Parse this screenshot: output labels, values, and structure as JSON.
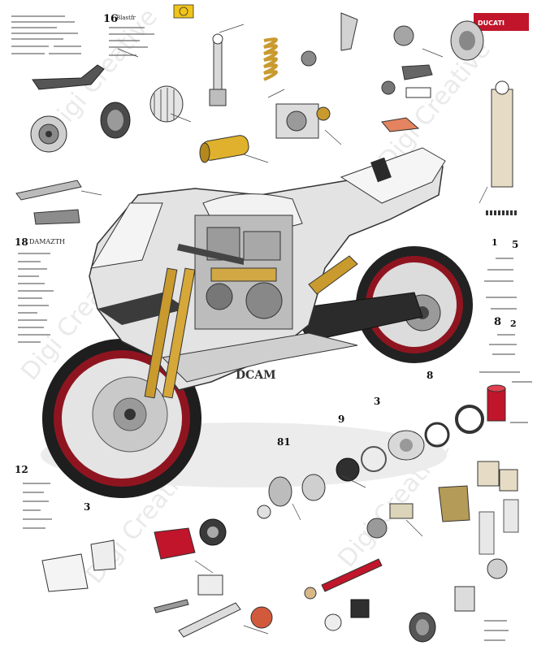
{
  "title_block": {
    "number": "16",
    "heading": "Blastfr"
  },
  "left_legend": {
    "number": "18",
    "heading": "DAMAZTH"
  },
  "lower_left_legend": {
    "number": "12"
  },
  "right_numbers": {
    "top": "5",
    "top_alt": "1",
    "mid": "8",
    "mid_alt": "2"
  },
  "callouts": [
    "8",
    "3",
    "9",
    "81",
    "3"
  ],
  "fairing_text": "DCAM",
  "watermark": "Digi Creative",
  "badge": {
    "text": "DUCATI"
  },
  "colors": {
    "accent_red": "#c0152a",
    "wheel_red": "#8e1520",
    "fork_gold": "#c99a2e",
    "chassis_silver": "#d6d6d6",
    "ink": "#222222"
  },
  "icons": [
    "motorcycle-illustration",
    "brake-disc-icon",
    "spring-icon",
    "shock-absorber-icon",
    "piston-icon",
    "bearing-icon",
    "bracket-icon",
    "gear-icon",
    "rod-icon",
    "coil-icon"
  ]
}
